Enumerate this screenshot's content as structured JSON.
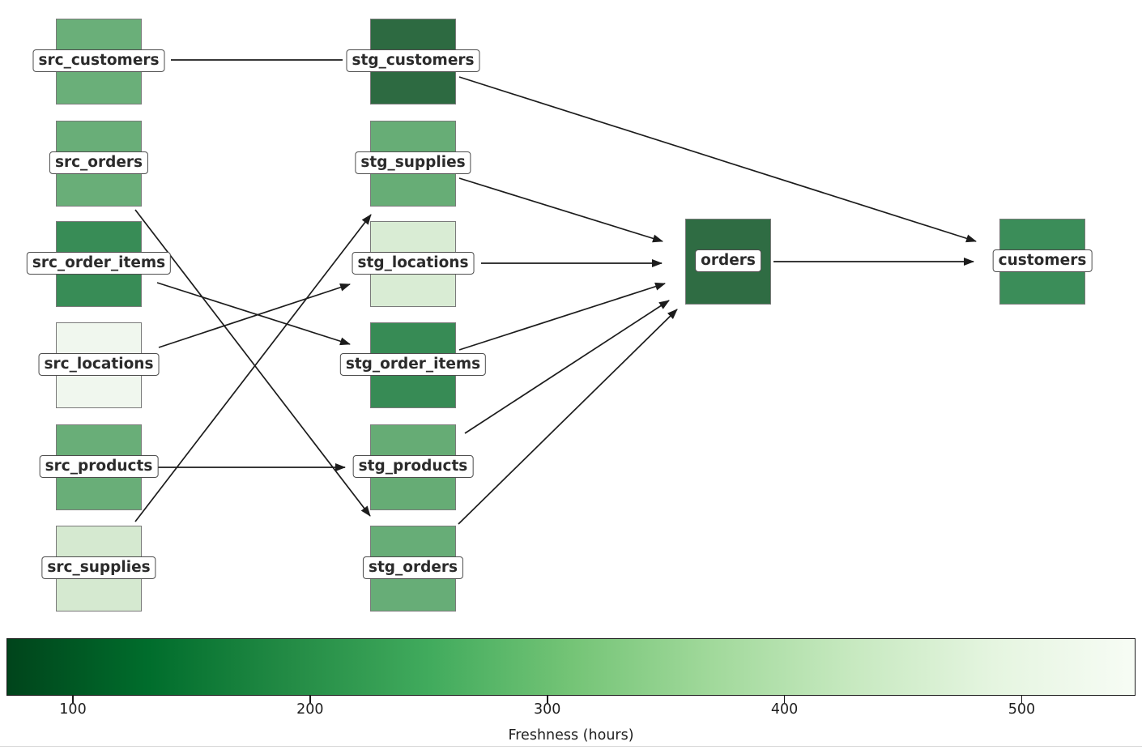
{
  "diagram": {
    "kind": "data-lineage-dag",
    "nodes": [
      {
        "id": "src_customers",
        "label": "src_customers",
        "fill": "#6aaf79"
      },
      {
        "id": "src_orders",
        "label": "src_orders",
        "fill": "#69ae78"
      },
      {
        "id": "src_order_items",
        "label": "src_order_items",
        "fill": "#388c56"
      },
      {
        "id": "src_locations",
        "label": "src_locations",
        "fill": "#f0f7ee"
      },
      {
        "id": "src_products",
        "label": "src_products",
        "fill": "#69ae78"
      },
      {
        "id": "src_supplies",
        "label": "src_supplies",
        "fill": "#d5e9d0"
      },
      {
        "id": "stg_customers",
        "label": "stg_customers",
        "fill": "#2d6a41"
      },
      {
        "id": "stg_supplies",
        "label": "stg_supplies",
        "fill": "#67ad76"
      },
      {
        "id": "stg_locations",
        "label": "stg_locations",
        "fill": "#d9ecd4"
      },
      {
        "id": "stg_order_items",
        "label": "stg_order_items",
        "fill": "#378b55"
      },
      {
        "id": "stg_products",
        "label": "stg_products",
        "fill": "#66ac75"
      },
      {
        "id": "stg_orders",
        "label": "stg_orders",
        "fill": "#67ad77"
      },
      {
        "id": "orders",
        "label": "orders",
        "fill": "#2f6c43"
      },
      {
        "id": "customers",
        "label": "customers",
        "fill": "#3b8d59"
      }
    ],
    "edges": [
      {
        "source": "src_customers",
        "target": "stg_customers",
        "arrow": false
      },
      {
        "source": "src_orders",
        "target": "stg_orders",
        "arrow": true
      },
      {
        "source": "src_order_items",
        "target": "stg_order_items",
        "arrow": true
      },
      {
        "source": "src_locations",
        "target": "stg_locations",
        "arrow": true
      },
      {
        "source": "src_products",
        "target": "stg_products",
        "arrow": true
      },
      {
        "source": "src_supplies",
        "target": "stg_supplies",
        "arrow": true
      },
      {
        "source": "stg_customers",
        "target": "customers",
        "arrow": true
      },
      {
        "source": "stg_supplies",
        "target": "orders",
        "arrow": true
      },
      {
        "source": "stg_locations",
        "target": "orders",
        "arrow": true
      },
      {
        "source": "stg_order_items",
        "target": "orders",
        "arrow": true
      },
      {
        "source": "stg_products",
        "target": "orders",
        "arrow": true
      },
      {
        "source": "stg_orders",
        "target": "orders",
        "arrow": true
      },
      {
        "source": "orders",
        "target": "customers",
        "arrow": true
      }
    ],
    "edge_color": "#1c1c1c"
  },
  "colorbar": {
    "label": "Freshness (hours)",
    "colormap": "Greens_r",
    "tick_values": [
      100,
      200,
      300,
      400,
      500
    ],
    "value_range": [
      72,
      548
    ],
    "gradient_stops": [
      "#00441b",
      "#006d2c",
      "#238b45",
      "#41ab5d",
      "#74c476",
      "#a1d99b",
      "#c7e9c0",
      "#e5f5e0",
      "#f7fcf5"
    ]
  }
}
